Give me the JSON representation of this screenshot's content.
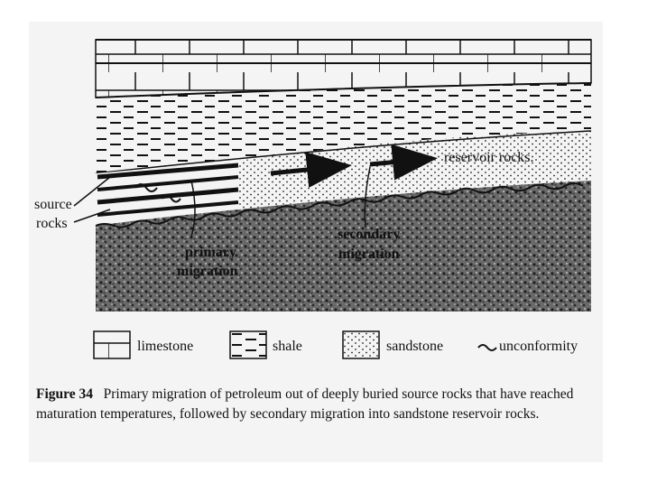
{
  "diagram": {
    "labels": {
      "source_rocks_line1": "source",
      "source_rocks_line2": "rocks",
      "reservoir_rocks": "reservoir rocks.",
      "primary_line1": "primary",
      "primary_line2": "migration",
      "secondary_line1": "secondary",
      "secondary_line2": "migration"
    },
    "legend": [
      {
        "key": "limestone",
        "label": "limestone"
      },
      {
        "key": "shale",
        "label": "shale"
      },
      {
        "key": "sandstone",
        "label": "sandstone"
      },
      {
        "key": "unconformity",
        "label": "unconformity"
      }
    ]
  },
  "caption": {
    "figure_label": "Figure 34",
    "text": "Primary migration of petroleum out of deeply buried source rocks that have reached maturation temperatures, followed by secondary migration into sandstone reservoir rocks."
  },
  "colors": {
    "ink": "#111111",
    "paper": "#f4f4f4"
  }
}
